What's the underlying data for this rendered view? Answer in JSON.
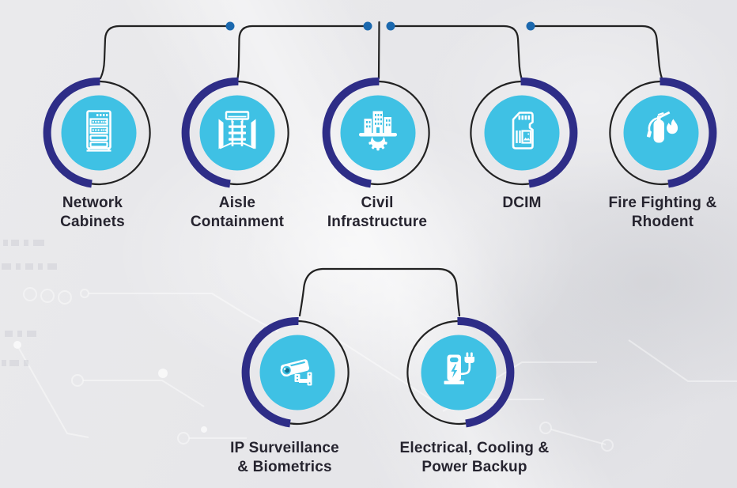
{
  "diagram": {
    "description": "Data center solution components diagram",
    "nodes": [
      {
        "label": "Network\nCabinets",
        "icon": "server-rack-icon",
        "arc_side": "left"
      },
      {
        "label": "Aisle\nContainment",
        "icon": "aisle-containment-icon",
        "arc_side": "left"
      },
      {
        "label": "Civil\nInfrastructure",
        "icon": "building-gear-icon",
        "arc_side": "left"
      },
      {
        "label": "DCIM",
        "icon": "memory-card-icon",
        "arc_side": "right"
      },
      {
        "label": "Fire Fighting &\nRhodent",
        "icon": "fire-extinguisher-icon",
        "arc_side": "right"
      },
      {
        "label": "IP Surveillance\n& Biometrics",
        "icon": "cctv-camera-icon",
        "arc_side": "left"
      },
      {
        "label": "Electrical, Cooling &\nPower Backup",
        "icon": "ev-charger-icon",
        "arc_side": "right"
      }
    ],
    "connectors": {
      "top_dots": 4,
      "dot_color": "#1b68ae",
      "line_color": "#222222"
    },
    "colors": {
      "arc_accent": "#2e2d87",
      "disc": "#3fc1e4",
      "icon": "#ffffff",
      "label_text": "#26242f",
      "background": "#e8e8ea"
    }
  }
}
